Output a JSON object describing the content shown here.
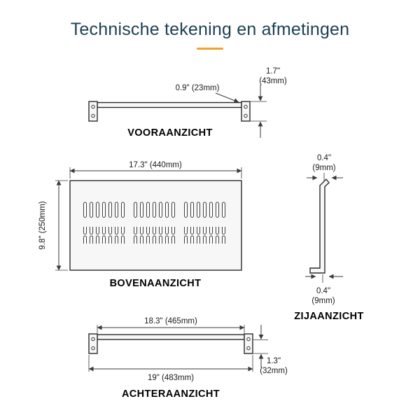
{
  "title": "Technische tekening en afmetingen",
  "colors": {
    "accent": "#f0a32a",
    "title": "#1d4155",
    "line": "#2b2b2b"
  },
  "views": {
    "front": {
      "label": "VOORAANZICHT",
      "dims": {
        "flange": "0.9\" (23mm)",
        "height_in": "1.7\"",
        "height_mm": "(43mm)"
      }
    },
    "top": {
      "label": "BOVENAANZICHT",
      "dims": {
        "width": "17.3\" (440mm)",
        "depth": "9.8\" (250mm)"
      }
    },
    "side": {
      "label": "ZIJAANZICHT",
      "dims": {
        "top_in": "0.4\"",
        "top_mm": "(9mm)",
        "bottom_in": "0.4\"",
        "bottom_mm": "(9mm)"
      }
    },
    "back": {
      "label": "ACHTERAANZICHT",
      "dims": {
        "inner_width": "18.3\" (465mm)",
        "outer_width": "19\" (483mm)",
        "height_in": "1.3\"",
        "height_mm": "(32mm)"
      }
    }
  }
}
